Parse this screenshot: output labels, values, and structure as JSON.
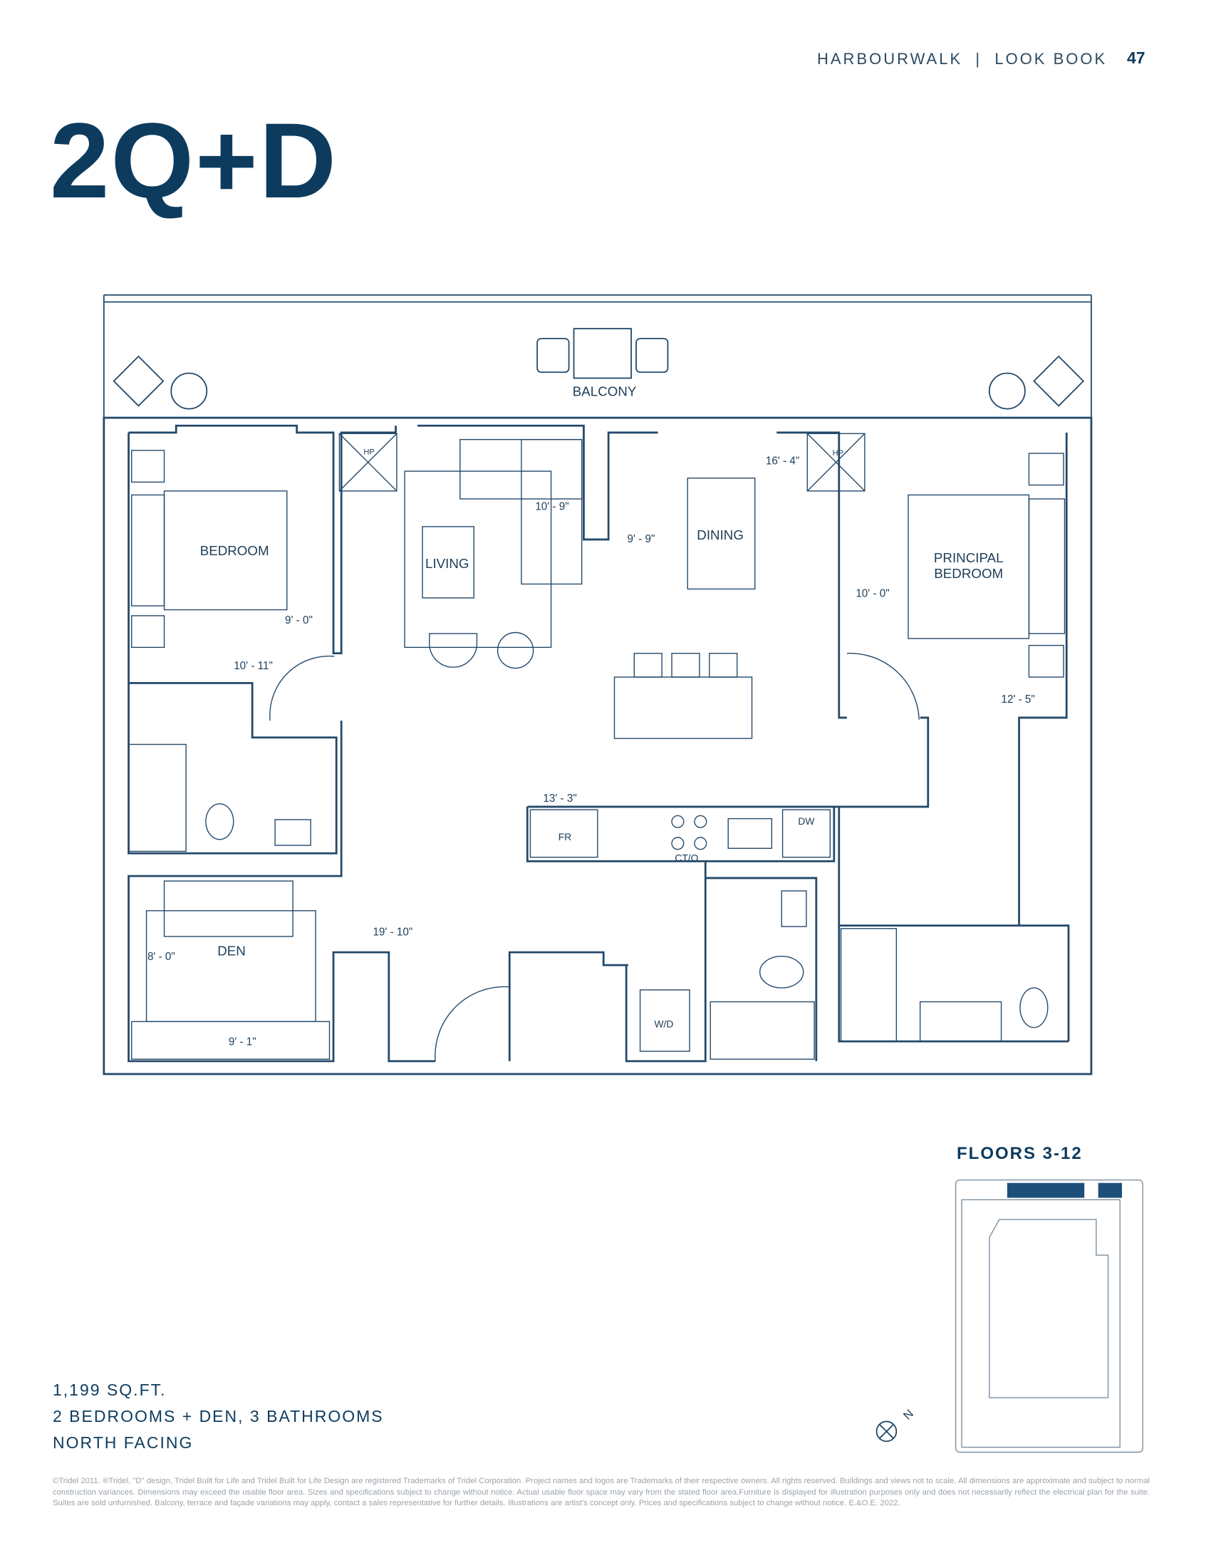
{
  "header": {
    "brand": "HARBOURWALK",
    "separator": "|",
    "section": "LOOK BOOK",
    "page_number": "47"
  },
  "suite": {
    "name": "2Q+D",
    "area": "1,199 SQ.FT.",
    "rooms": "2 BEDROOMS + DEN, 3 BATHROOMS",
    "facing": "NORTH FACING"
  },
  "plan": {
    "rooms": {
      "balcony": "BALCONY",
      "bedroom": "BEDROOM",
      "living": "LIVING",
      "dining": "DINING",
      "principal_1": "PRINCIPAL",
      "principal_2": "BEDROOM",
      "den": "DEN",
      "wd": "W/D",
      "fr": "FR",
      "cto": "CT/O",
      "dw": "DW",
      "hp1": "HP",
      "hp2": "HP"
    },
    "dimensions": {
      "d1": "16' - 4\"",
      "d2": "10' - 9\"",
      "d3": "9' - 9\"",
      "d4": "9' - 0\"",
      "d5": "10' - 0\"",
      "d6": "10' - 11\"",
      "d7": "12' - 5\"",
      "d8": "13' - 3\"",
      "d9": "19' - 10\"",
      "d10": "8' - 0\"",
      "d11": "9' - 1\""
    }
  },
  "keyplan": {
    "label": "FLOORS 3-12",
    "compass": "N",
    "highlight_color": "#1d4f7a"
  },
  "colors": {
    "brand": "#0d3b5e",
    "linework": "#24496a"
  },
  "legal": "©Tridel 2011. ®Tridel, \"D\" design, Tridel Built for Life and Tridel Built for Life Design are registered Trademarks of Tridel Corporation. Project names and logos are Trademarks of their respective owners. All rights reserved. Buildings and views not to scale. All dimensions are approximate and subject to normal construction variances. Dimensions may exceed the usable floor area. Sizes and specifications subject to change without notice. Actual usable floor space may vary from the stated floor area.Furniture is displayed for illustration purposes only and does not necessarily reflect the electrical plan for the suite. Suites are sold unfurnished. Balcony, terrace and façade variations may apply, contact a sales representative for further details. Illustrations are artist's concept only. Prices and specifications subject to change without notice. E.&O.E. 2022."
}
